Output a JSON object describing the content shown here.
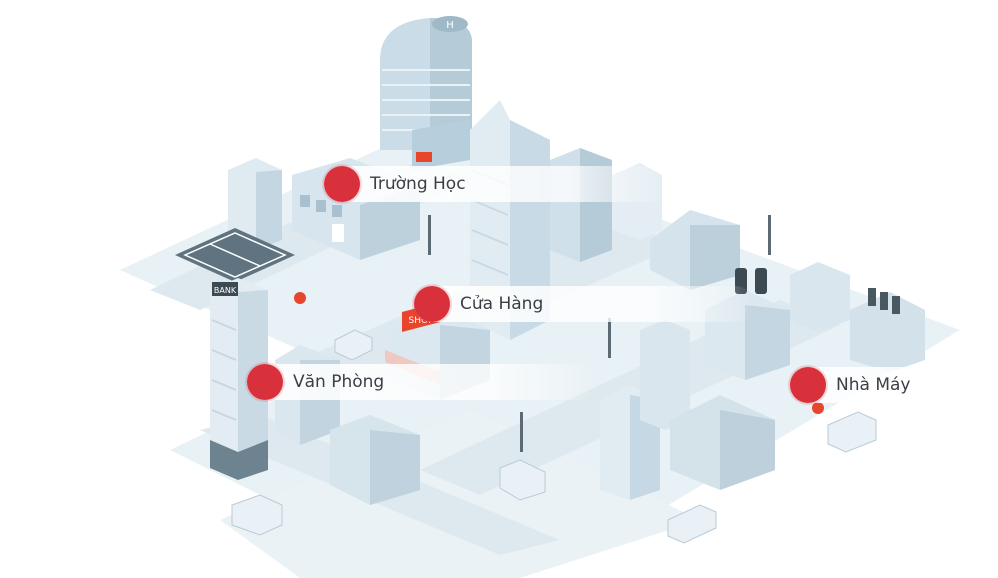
{
  "scene": {
    "signs": {
      "bank": "BANK",
      "shop": "SHOP",
      "helipad": "H"
    },
    "colors": {
      "marker": "#d8313c",
      "ground": "#e6f0f5",
      "road": "#dbe7ee",
      "building": "#cfe0ea",
      "building_dark": "#b8ccd8"
    }
  },
  "hotspots": [
    {
      "id": "school",
      "label": "Trường Học"
    },
    {
      "id": "shop",
      "label": "Cửa Hàng"
    },
    {
      "id": "office",
      "label": "Văn Phòng"
    },
    {
      "id": "factory",
      "label": "Nhà Máy"
    }
  ]
}
